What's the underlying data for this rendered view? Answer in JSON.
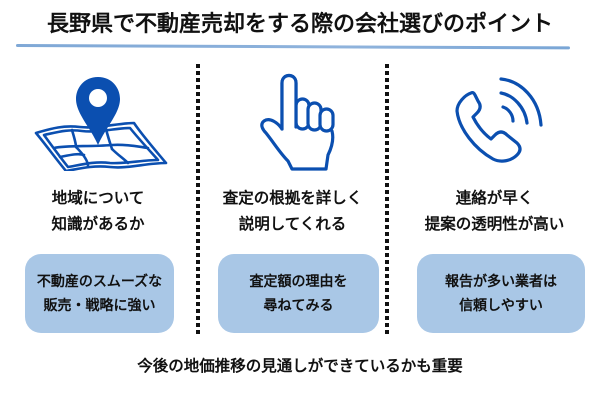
{
  "title": "長野県で不動産売却をする際の会社選びのポイント",
  "colors": {
    "icon": "#0b4fb0",
    "box": "#a9c7e6",
    "underline": "#85add9",
    "text": "#111111"
  },
  "columns": [
    {
      "icon": "map-pin-icon",
      "heading": [
        "地域について",
        "知識があるか"
      ],
      "box": [
        "不動産のスムーズな",
        "販売・戦略に強い"
      ]
    },
    {
      "icon": "pointing-hand-icon",
      "heading": [
        "査定の根拠を詳しく",
        "説明してくれる"
      ],
      "box": [
        "査定額の理由を",
        "尋ねてみる"
      ]
    },
    {
      "icon": "phone-ringing-icon",
      "heading": [
        "連絡が早く",
        "提案の透明性が高い"
      ],
      "box": [
        "報告が多い業者は",
        "信頼しやすい"
      ]
    }
  ],
  "footer": "今後の地価推移の見通しができているかも重要"
}
